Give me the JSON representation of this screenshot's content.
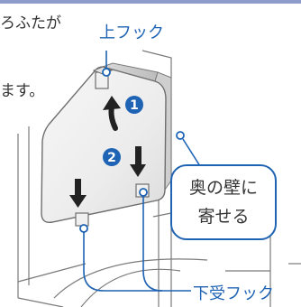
{
  "instruction_lines": [
    "ろふたが",
    "ます。"
  ],
  "labels": {
    "upper_hook": "上フック",
    "lower_hook": "下受フック"
  },
  "bubble": {
    "line1": "奥の壁に",
    "line2": "寄せる"
  },
  "steps": {
    "step1": "1",
    "step2": "2"
  },
  "colors": {
    "accent_blue": "#1e63b4",
    "band": "#8e9ccb",
    "outline": "#666666"
  }
}
